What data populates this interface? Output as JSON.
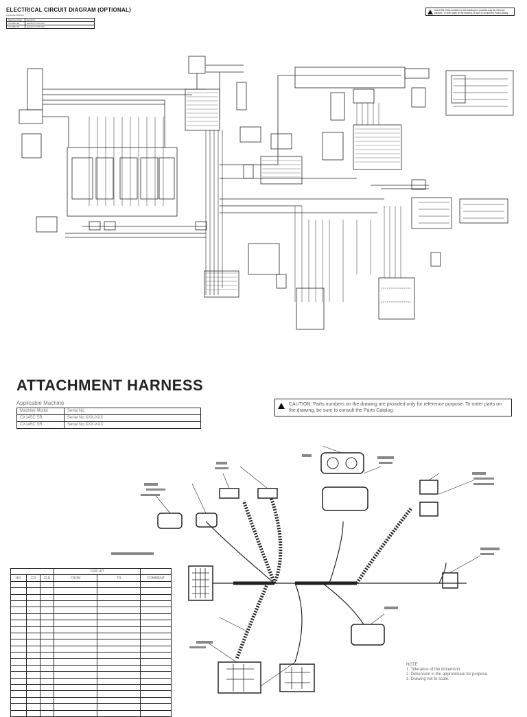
{
  "top_section": {
    "title": "ELECTRICAL CIRCUIT DIAGRAM (OPTIONAL)",
    "subtitle": "Applicable Machine",
    "machine_table": [
      [
        "Machine Model",
        "Serial No."
      ],
      [
        "CX145C SR",
        "Serial No.XXX-XXX"
      ],
      [
        "CX145C SR",
        "Serial No.XXX-XXX"
      ]
    ],
    "caution": "CAUTION: Parts numbers on the drawing are provided only for reference purpose. To order parts on the drawing, be sure to consult the Parts Catalog."
  },
  "bottom_section": {
    "title": "ATTACHMENT HARNESS",
    "subtitle": "Applicable Machine",
    "machine_table": [
      [
        "Machine Model",
        "Serial No."
      ],
      [
        "CX145C SR",
        "Serial No.XXX-XXX"
      ],
      [
        "CX145C SR",
        "Serial No.XXX-XXX"
      ]
    ],
    "caution": "CAUTION: Parts numbers on the drawing are provided only for reference purpose. To order parts on the drawing, be sure to consult the Parts Catalog.",
    "wire_table_title": "CIRCUIT",
    "wire_table_headers": [
      "NO.",
      "CD",
      "CLR",
      "FROM",
      "TO",
      "COMMENT"
    ],
    "wire_table_rows": 21,
    "notes": [
      "NOTE:",
      "1. Tolerance of the dimension.",
      "2. Dimension is the approximate for purpose.",
      "3. Drawing not to scale."
    ]
  }
}
